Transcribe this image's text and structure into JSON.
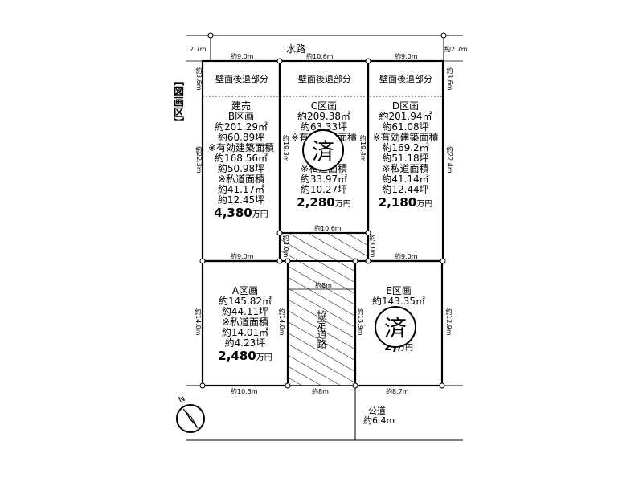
{
  "title": "【図画区】",
  "top": {
    "waterway": "水路",
    "side_left": "2.7m",
    "side_right": "約2.7m",
    "w_b": "約9.0m",
    "w_c": "約10.6m",
    "w_d": "約9.0m"
  },
  "setback": {
    "b": "壁面後退部分",
    "c": "壁面後退部分",
    "d": "壁面後退部分"
  },
  "dims": {
    "b_top_side": "約3.6m",
    "d_top_side": "約3.6m",
    "b_left": "約22.3m",
    "c_left": "約19.3m",
    "c_right": "約19.4m",
    "d_right": "約22.4m",
    "c_bottom": "約10.6m",
    "road_left": "約3.0m",
    "road_right": "約3.0m",
    "b_bottom": "約9.0m",
    "d_bottom": "約9.0m",
    "road_mid": "約8m",
    "a_left": "約14.0m",
    "a_right": "約14.0m",
    "e_left": "約13.9m",
    "e_right": "約12.9m",
    "a_bottom": "約10.3m",
    "road_bottom": "約8m",
    "e_bottom": "約8.7m"
  },
  "blocks": {
    "b": {
      "lines": [
        "建売",
        "B区画",
        "約201.29㎡",
        "約60.89坪",
        "※有効建築面積",
        "約168.56㎡",
        "約50.98坪",
        "※私道面積",
        "約41.17㎡",
        "約12.45坪"
      ],
      "price": "4,380",
      "unit": "万円"
    },
    "c": {
      "lines": [
        "C区画",
        "約209.38㎡",
        "約63.33坪",
        "※有効建築面積",
        "約",
        "約",
        "※私道面積",
        "約33.97㎡",
        "約10.27坪"
      ],
      "price": "2,280",
      "unit": "万円"
    },
    "d": {
      "lines": [
        "D区画",
        "約201.94㎡",
        "約61.08坪",
        "※有効建築面積",
        "約169.2㎡",
        "約51.18坪",
        "※私道面積",
        "約41.14㎡",
        "約12.44坪"
      ],
      "price": "2,180",
      "unit": "万円"
    },
    "a": {
      "lines": [
        "A区画",
        "約145.82㎡",
        "約44.11坪",
        "※私道面積",
        "約14.01㎡",
        "約4.23坪"
      ],
      "price": "2,480",
      "unit": "万円"
    },
    "e": {
      "lines": [
        "E区画",
        "約143.35㎡",
        "約"
      ],
      "price": "2,",
      "unit": "万円"
    }
  },
  "sold_mark": "済",
  "road_label": "協定道路",
  "public_road": {
    "label": "公道",
    "width": "約6.4m"
  },
  "compass": {
    "icon": "north-arrow-icon",
    "letter": "N"
  }
}
